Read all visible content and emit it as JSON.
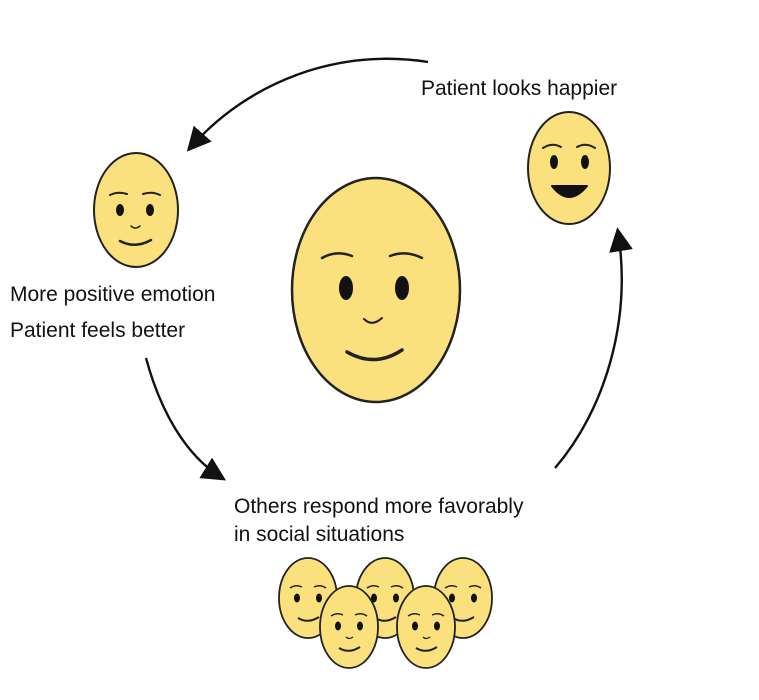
{
  "labels": {
    "patient_looks_happier": "Patient looks happier",
    "more_positive_emotion": "More positive emotion",
    "patient_feels_better": "Patient feels better",
    "others_respond_line1": "Others respond more favorably",
    "others_respond_line2": "in social situations"
  },
  "colors": {
    "face_fill": "#fbe07e",
    "face_stroke": "#222222",
    "arrow": "#111111",
    "text": "#111111"
  },
  "icons": [
    "center-face-icon",
    "content-face-icon",
    "happy-face-icon",
    "crowd-faces-icon",
    "cycle-arrow-icon"
  ]
}
